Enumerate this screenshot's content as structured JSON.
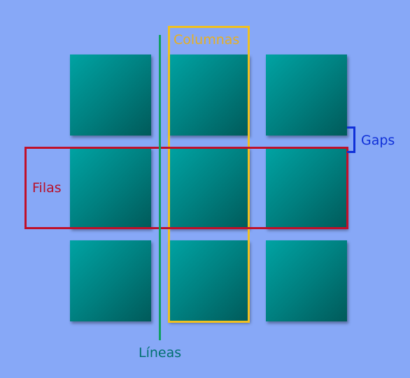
{
  "grid": {
    "rows": 3,
    "columns": 3
  },
  "labels": {
    "columns": "Columnas",
    "rows": "Filas",
    "gaps": "Gaps",
    "lines": "Líneas"
  },
  "colors": {
    "background": "#87a8f7",
    "cell": "#008080",
    "columns_highlight": "#f0c020",
    "rows_highlight": "#c0102a",
    "lines_highlight": "#10a060",
    "gaps_highlight": "#1030d8"
  }
}
